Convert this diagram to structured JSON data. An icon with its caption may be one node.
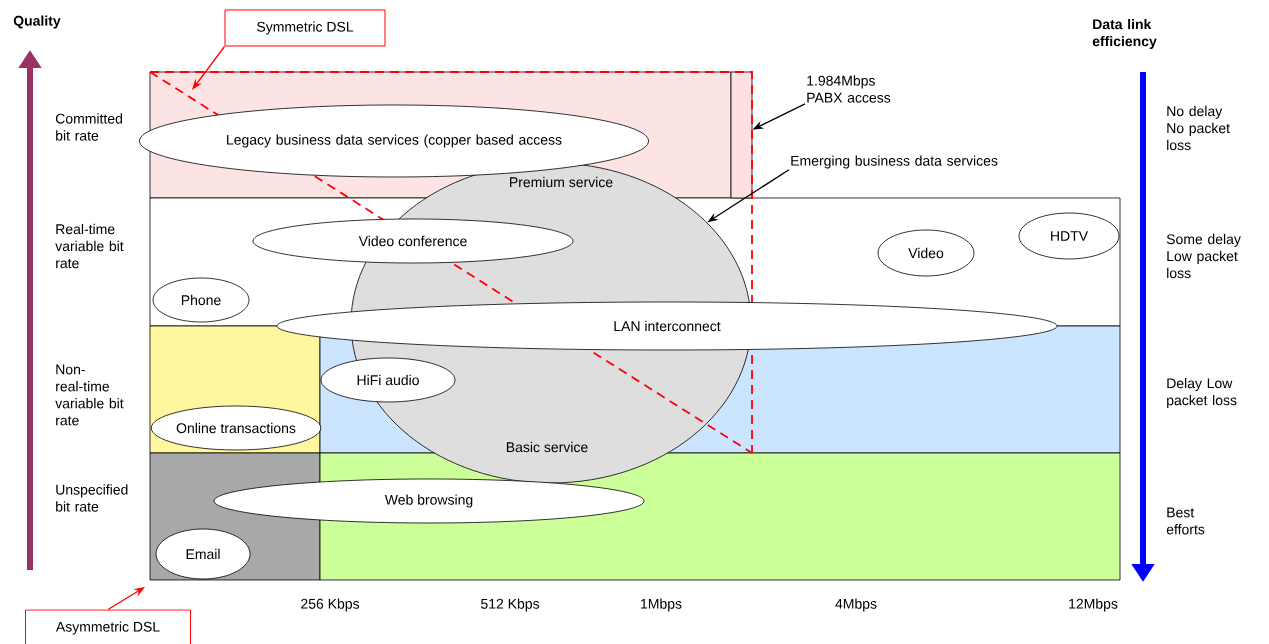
{
  "diagram": {
    "nodes": [
      {
        "text": [
          "Symmetric DSL"
        ]
      },
      {
        "text": [
          "Asymmetric DSL"
        ]
      },
      {
        "text": [
          "1.984Mbps PABX access"
        ]
      },
      {
        "text": [],
        "shape": "bar"
      },
      {
        "text": [
          "Emerging business data services"
        ]
      },
      {
        "text": [
          "Premium service",
          "Basic service"
        ]
      },
      {
        "text": [
          "Legacy business data services (copper based access"
        ]
      },
      {
        "text": [
          "Video conference"
        ]
      },
      {
        "text": [
          "Phone"
        ]
      },
      {
        "text": [
          "LAN interconnect"
        ]
      },
      {
        "text": [
          "HiFi audio"
        ]
      },
      {
        "text": [
          "Online transactions"
        ]
      },
      {
        "text": [
          "Web browsing"
        ]
      },
      {
        "text": [
          "Email"
        ]
      },
      {
        "text": [
          "Video"
        ]
      },
      {
        "text": [
          "HDTV"
        ]
      }
    ],
    "edges": [
      {
        "from": 0,
        "to": null,
        "arrow": "to",
        "color": "#ff0000"
      },
      {
        "from": 1,
        "to": null,
        "arrow": "to",
        "color": "#ff0000"
      },
      {
        "from": 2,
        "to": 3,
        "arrow": "to",
        "color": "#000000"
      },
      {
        "from": 4,
        "to": 5,
        "arrow": "to",
        "color": "#000000"
      }
    ],
    "labels": [
      "Quality",
      "Data link efficiency",
      "Committed bit rate",
      "No delay No packet loss",
      "Real-time variable bit rate",
      "Some delay Low packet loss",
      "Non-real-time variable bit rate",
      "Delay Low packet loss",
      "Unspecified bit rate",
      "Best efforts",
      "256 Kbps",
      "512 Kbps",
      "1Mbps",
      "4Mbps",
      "12Mbps"
    ]
  }
}
